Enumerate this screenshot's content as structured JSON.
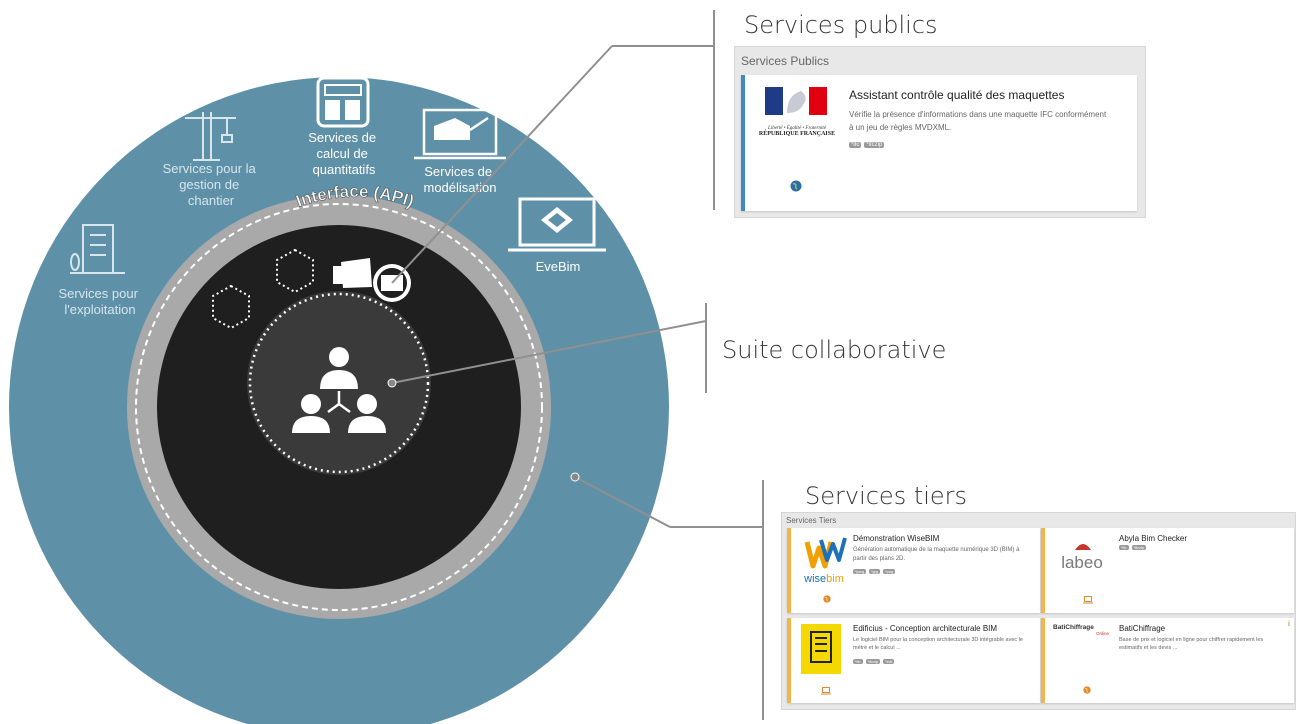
{
  "diagram": {
    "api_label": "Interface (API)",
    "services": {
      "exploitation": [
        "Services pour",
        "l'exploitation"
      ],
      "chantier": [
        "Services pour la",
        "gestion de",
        "chantier"
      ],
      "calcul": [
        "Services de",
        "calcul de",
        "quantitatifs"
      ],
      "modelisation": [
        "Services de",
        "modélisation"
      ],
      "evebim": "EveBim"
    },
    "colors": {
      "outer_ring": "#5e91a8",
      "api_ring": "#a8a8a8",
      "core": "#1f1f1f",
      "inner": "#3a3a3a",
      "accent": "#f0b64c"
    }
  },
  "callouts": {
    "publics": "Services publics",
    "collab": "Suite collaborative",
    "tiers": "Services tiers"
  },
  "publics_panel": {
    "title": "Services Publics",
    "card": {
      "logo_lines": [
        "Liberté • Égalité • Fraternité",
        "RÉPUBLIQUE FRANÇAISE"
      ],
      "name": "Assistant contrôle qualité des maquettes",
      "desc": "Vérifie la présence d'informations dans une maquette IFC conformément à un jeu de règles MVDXML.",
      "tags": [
        "*ifc",
        "*ifczip"
      ],
      "icon": "globe-icon"
    }
  },
  "tiers_panel": {
    "title": "Services Tiers",
    "cards": [
      {
        "logo": "wisebim",
        "name": "Démonstration WiseBIM",
        "desc": "Génération automatique de la maquette numérique 3D (BIM) à partir des plans 2D.",
        "tags": [
          "*jpeg",
          "*jpg",
          "*png"
        ],
        "icon": "globe-icon"
      },
      {
        "logo": "labeo",
        "name": "Abyla Bim Checker",
        "desc": "",
        "tags": [
          "*ifc",
          "*ifczip"
        ],
        "icon": "laptop-icon"
      },
      {
        "logo": "E",
        "name": "Edificius - Conception architecturale BIM",
        "desc": "Le logiciel BIM pour la conception architecturale 3D intégrable avec le métré et le calcul ...",
        "tags": [
          "*ifc",
          "*ifczip",
          "*edf"
        ],
        "icon": "laptop-icon"
      },
      {
        "logo": "BatiChiffrage",
        "logo_sub": "Online",
        "name": "BatiChiffrage",
        "desc": "Base de prix et logiciel en ligne pour chiffrer rapidement les estimatifs et les devis ...",
        "tags": [],
        "icon": "globe-icon"
      }
    ]
  }
}
